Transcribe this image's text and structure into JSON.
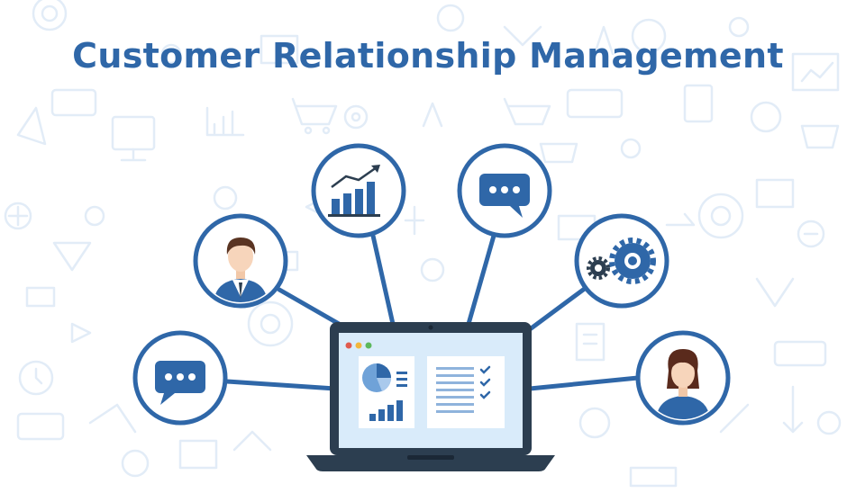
{
  "title": "Customer Relationship Management",
  "colors": {
    "primary": "#2f67a8",
    "dark": "#2c3e50",
    "light_blue": "#cfe3f7",
    "doodle": "#e3edf8",
    "screen_bg": "#d9ebfa"
  },
  "nodes": [
    {
      "id": "chat-left",
      "icon": "chat-bubble-icon"
    },
    {
      "id": "user-male",
      "icon": "businessman-avatar-icon"
    },
    {
      "id": "growth-chart",
      "icon": "growth-chart-icon"
    },
    {
      "id": "chat-top",
      "icon": "chat-bubble-icon"
    },
    {
      "id": "settings",
      "icon": "gears-icon"
    },
    {
      "id": "user-female",
      "icon": "businesswoman-avatar-icon"
    }
  ],
  "center": {
    "icon": "laptop-dashboard-icon"
  }
}
